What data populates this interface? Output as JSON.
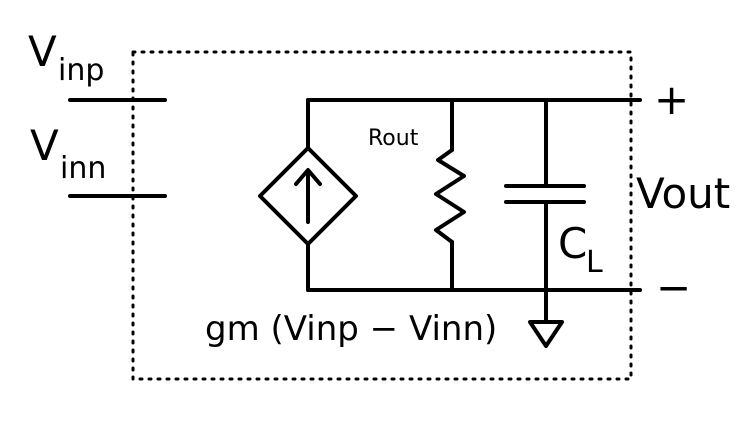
{
  "labels": {
    "vinp_main": "V",
    "vinp_sub": "inp",
    "vinn_main": "V",
    "vinn_sub": "inn",
    "rout": "Rout",
    "cl_main": "C",
    "cl_sub": "L",
    "vout": "Vout",
    "plus": "+",
    "minus": "−",
    "gm_expr": "gm (Vinp − Vinn)"
  }
}
